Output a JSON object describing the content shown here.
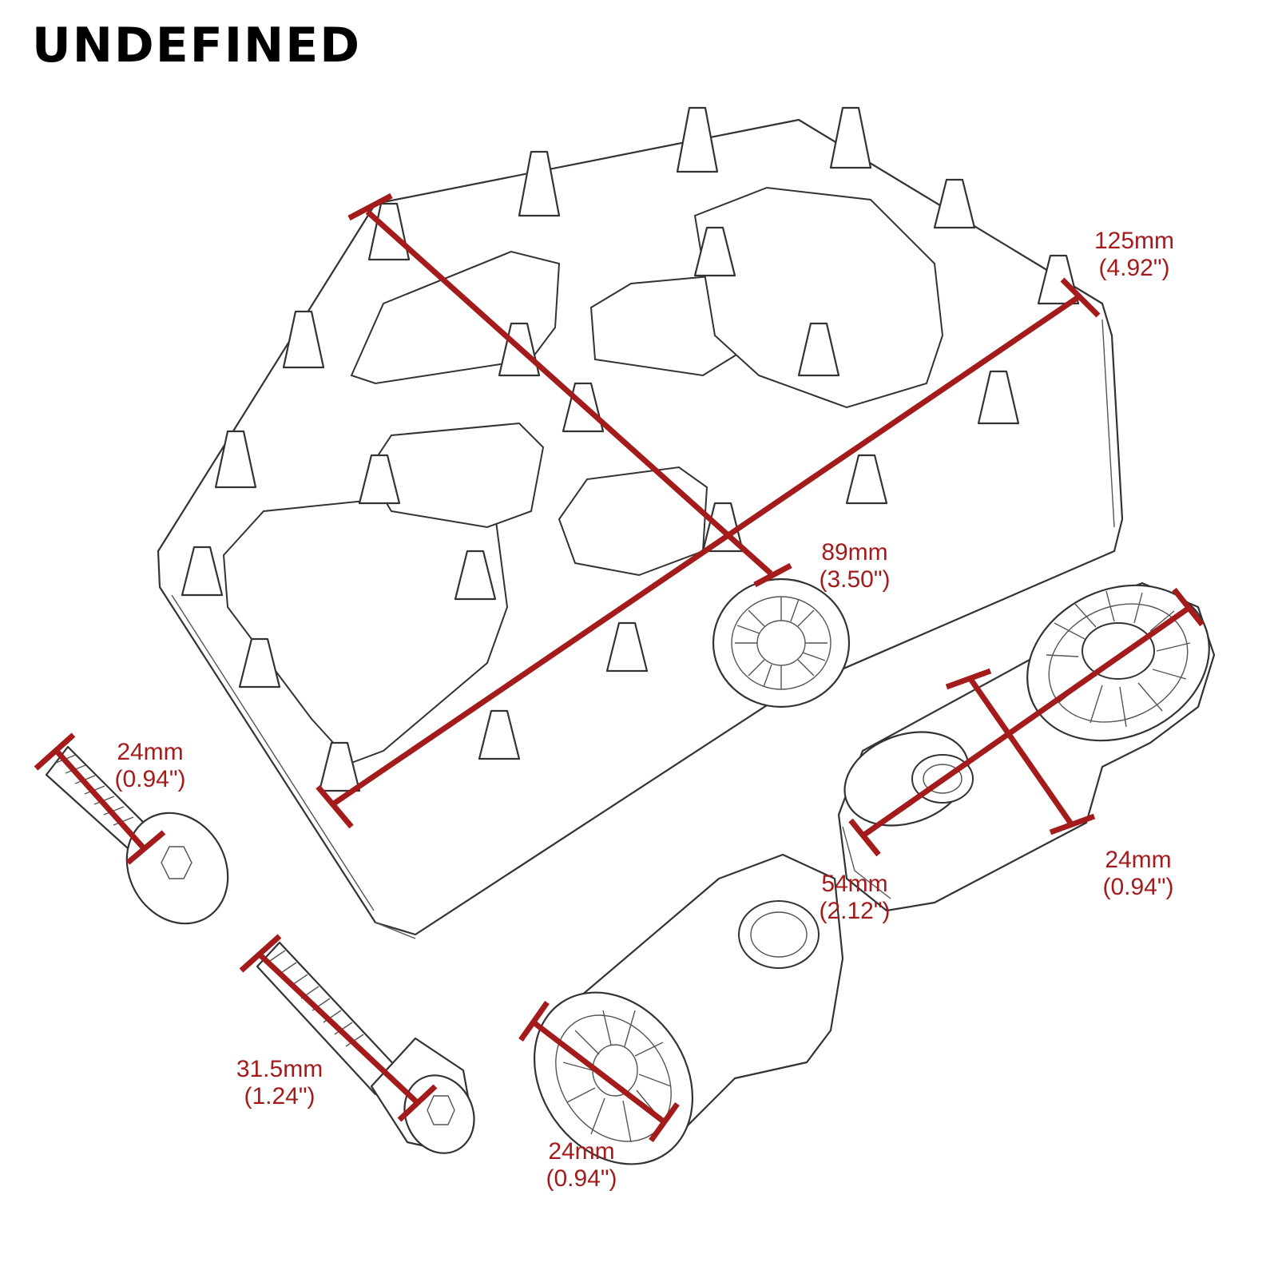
{
  "brand": "UNDEFINED",
  "dim_color": "#a31b1b",
  "dimensions": {
    "plate_length": {
      "mm": "125mm",
      "in": "(4.92\")"
    },
    "plate_width": {
      "mm": "89mm",
      "in": "(3.50\")"
    },
    "flat_bolt": {
      "mm": "24mm",
      "in": "(0.94\")"
    },
    "arm_length": {
      "mm": "54mm",
      "in": "(2.12\")"
    },
    "arm_width": {
      "mm": "24mm",
      "in": "(0.94\")"
    },
    "cap_bolt": {
      "mm": "31.5mm",
      "in": "(1.24\")"
    },
    "mount_diameter": {
      "mm": "24mm",
      "in": "(0.94\")"
    }
  }
}
